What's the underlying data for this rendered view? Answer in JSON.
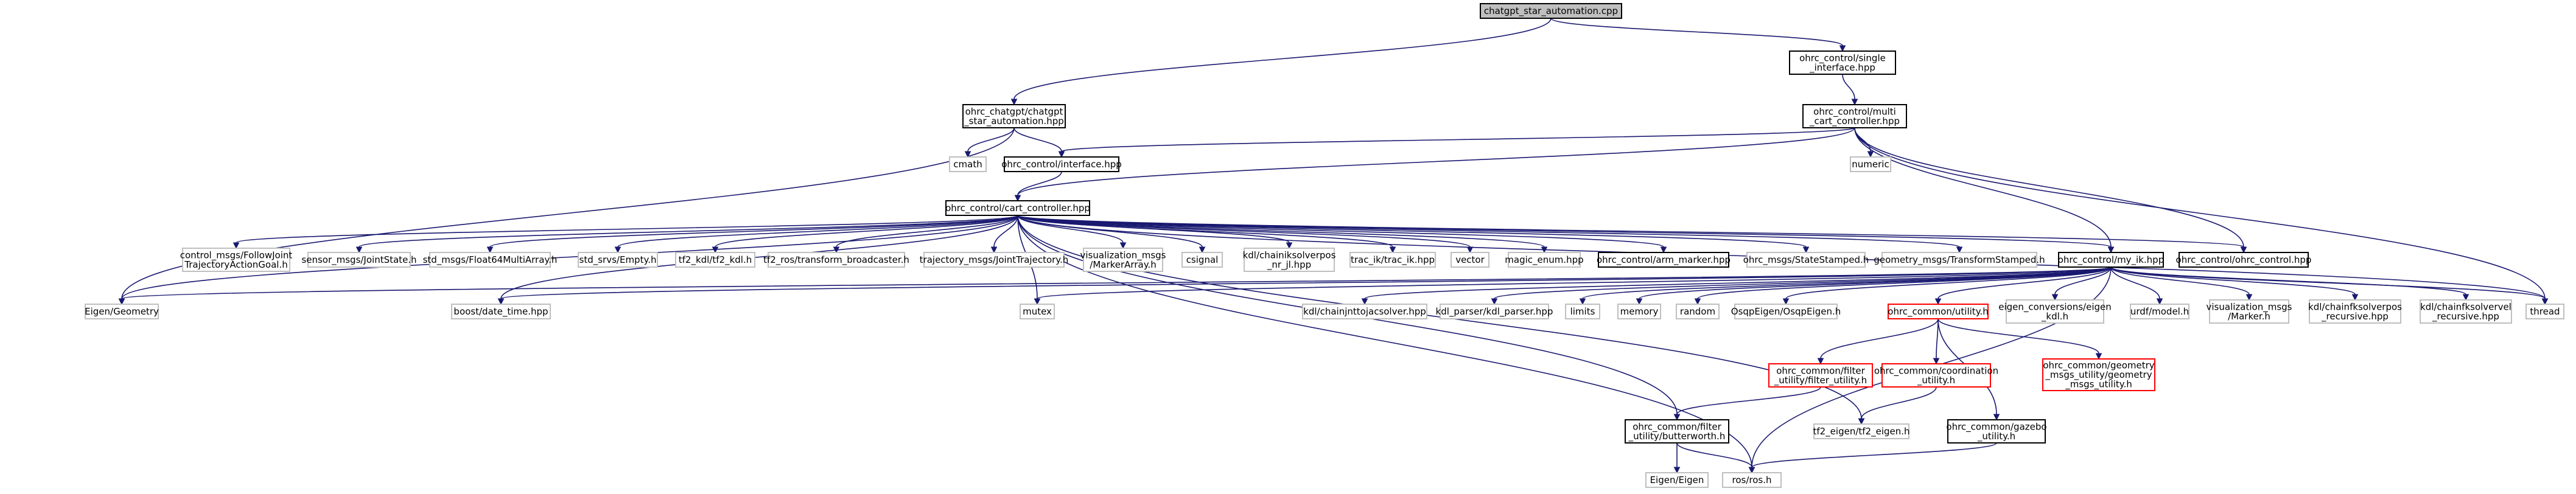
{
  "colors": {
    "node_border": "#000000",
    "node_border_muted": "#bfbfbf",
    "node_border_red": "#ff0000",
    "root_fill": "#bfbfbf",
    "edge": "#191970"
  },
  "nodes": {
    "root": [
      "chatgpt_star_automation.cpp"
    ],
    "single_interface": [
      "ohrc_control/single",
      "_interface.hpp"
    ],
    "chatgpt_automation_hpp": [
      "ohrc_chatgpt/chatgpt",
      "_star_automation.hpp"
    ],
    "multi_cart": [
      "ohrc_control/multi",
      "_cart_controller.hpp"
    ],
    "cmath": [
      "cmath"
    ],
    "interface_hpp": [
      "ohrc_control/interface.hpp"
    ],
    "numeric": [
      "numeric"
    ],
    "cart_controller": [
      "ohrc_control/cart_controller.hpp"
    ],
    "control_msgs": [
      "control_msgs/FollowJoint",
      "TrajectoryActionGoal.h"
    ],
    "sensor_msgs": [
      "sensor_msgs/JointState.h"
    ],
    "std_msgs": [
      "std_msgs/Float64MultiArray.h"
    ],
    "std_srvs": [
      "std_srvs/Empty.h"
    ],
    "tf2_kdl": [
      "tf2_kdl/tf2_kdl.h"
    ],
    "tf2_ros": [
      "tf2_ros/transform_broadcaster.h"
    ],
    "trajectory_msgs": [
      "trajectory_msgs/JointTrajectory.h"
    ],
    "visualization_marker_array": [
      "visualization_msgs",
      "/MarkerArray.h"
    ],
    "csignal": [
      "csignal"
    ],
    "kdl_chainiksolverpos_nr_jl": [
      "kdl/chainiksolverpos",
      "_nr_jl.hpp"
    ],
    "trac_ik": [
      "trac_ik/trac_ik.hpp"
    ],
    "vector": [
      "vector"
    ],
    "magic_enum": [
      "magic_enum.hpp"
    ],
    "arm_marker": [
      "ohrc_control/arm_marker.hpp"
    ],
    "state_stamped": [
      "ohrc_msgs/StateStamped.h"
    ],
    "transform_stamped": [
      "geometry_msgs/TransformStamped.h"
    ],
    "my_ik": [
      "ohrc_control/my_ik.hpp"
    ],
    "ohrc_control_hpp": [
      "ohrc_control/ohrc_control.hpp"
    ],
    "thread": [
      "thread"
    ],
    "eigen_geometry": [
      "Eigen/Geometry"
    ],
    "boost_date_time": [
      "boost/date_time.hpp"
    ],
    "mutex": [
      "mutex"
    ],
    "kdl_jnttojacsolver": [
      "kdl/chainjnttojacsolver.hpp"
    ],
    "kdl_parser": [
      "kdl_parser/kdl_parser.hpp"
    ],
    "limits": [
      "limits"
    ],
    "memory": [
      "memory"
    ],
    "random": [
      "random"
    ],
    "osqp_eigen": [
      "OsqpEigen/OsqpEigen.h"
    ],
    "utility_h": [
      "ohrc_common/utility.h"
    ],
    "eigen_conversions": [
      "eigen_conversions/eigen",
      "_kdl.h"
    ],
    "urdf_model": [
      "urdf/model.h"
    ],
    "visualization_marker": [
      "visualization_msgs",
      "/Marker.h"
    ],
    "kdl_chainfksolverpos": [
      "kdl/chainfksolverpos",
      "_recursive.hpp"
    ],
    "kdl_chainfksolvervel": [
      "kdl/chainfksolvervel",
      "_recursive.hpp"
    ],
    "filter_utility": [
      "ohrc_common/filter",
      "_utility/filter_utility.h"
    ],
    "coordination_utility": [
      "ohrc_common/coordination",
      "_utility.h"
    ],
    "geometry_msgs_utility": [
      "ohrc_common/geometry",
      "_msgs_utility/geometry",
      "_msgs_utility.h"
    ],
    "butterworth": [
      "ohrc_common/filter",
      "_utility/butterworth.h"
    ],
    "tf2_eigen": [
      "tf2_eigen/tf2_eigen.h"
    ],
    "gazebo_utility": [
      "ohrc_common/gazebo",
      "_utility.h"
    ],
    "eigen_eigen": [
      "Eigen/Eigen"
    ],
    "ros_h": [
      "ros/ros.h"
    ]
  }
}
